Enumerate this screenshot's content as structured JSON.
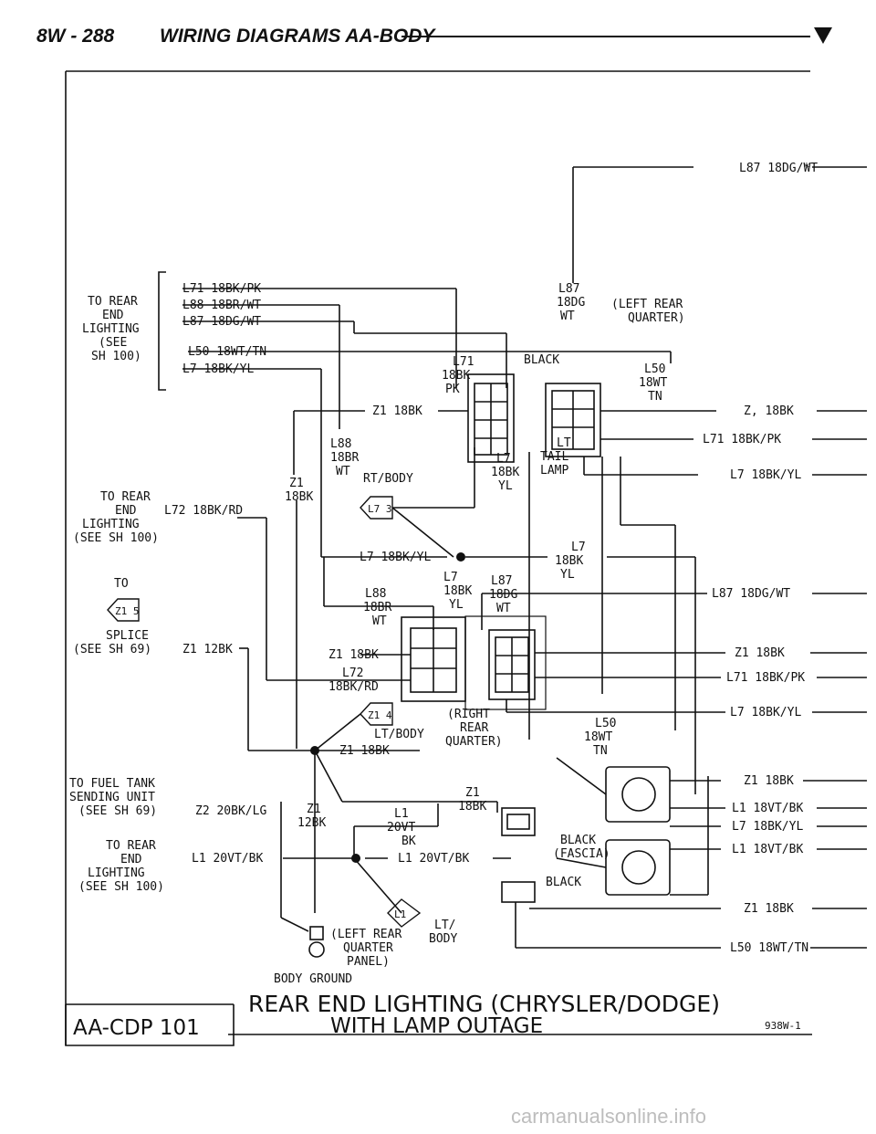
{
  "header": {
    "page_number": "8W - 288",
    "title": "WIRING DIAGRAMS AA-BODY"
  },
  "caption": {
    "line1": "REAR END LIGHTING (CHRYSLER/DODGE)",
    "line2": "WITH LAMP OUTAGE",
    "diagram_code": "AA-CDP 101",
    "figure_id": "938W-1"
  },
  "watermark": "carmanualsonline.info",
  "labels": {
    "to_rear_end_lighting_top": [
      "TO REAR",
      "END",
      "LIGHTING",
      "(SEE",
      "SH 100)"
    ],
    "wire_l71": "L71 18BK/PK",
    "wire_l88": "L88 18BR/WT",
    "wire_l87": "L87 18DG/WT",
    "wire_l50": "L50 18WT/TN",
    "wire_l7": "L7 18BK/YL",
    "left_rear_quarter": [
      "(LEFT REAR",
      "QUARTER)"
    ],
    "l87_top": [
      "L87",
      "18DG",
      "WT"
    ],
    "l71_mid": [
      "L71",
      "18BK",
      "PK"
    ],
    "black": "BLACK",
    "l50_mid": [
      "L50",
      "18WT",
      "TN"
    ],
    "z1_18bk": "Z1 18BK",
    "z1_18bk_right": "Z, 18BK",
    "l71_right": "L71 18BK/PK",
    "l7_right": "L7 18BK/YL",
    "l87_right_top": "L87 18DG/WT",
    "lt_tail_lamp": [
      "LT",
      "TAIL",
      "LAMP"
    ],
    "l88_mid": [
      "L88",
      "18BR",
      "WT"
    ],
    "z1_vert": [
      "Z1",
      "18BK"
    ],
    "rt_body": "RT/BODY",
    "l7_mid": [
      "L7",
      "18BK",
      "YL"
    ],
    "conn_l7_3": "L7 3",
    "to_rear_end_lighting_l72": [
      "TO REAR",
      "END",
      "LIGHTING",
      "(SEE SH 100)"
    ],
    "wire_l72": "L72 18BK/RD",
    "l7_splice": "L7 18BK/YL",
    "l7_right_stack": [
      "L7",
      "18BK",
      "YL"
    ],
    "l7_l87_center": [
      "L7",
      "18BK",
      "YL"
    ],
    "l87_center": [
      "L87",
      "18DG",
      "WT"
    ],
    "l87_right_mid": "L87 18DG/WT",
    "to_z1_5": "TO",
    "conn_z1_5": "Z1 5",
    "splice": [
      "SPLICE",
      "(SEE SH 69)"
    ],
    "wire_z1_12bk": "Z1 12BK",
    "l88_lower": [
      "L88",
      "18BR",
      "WT"
    ],
    "z1_18bk_lower": "Z1 18BK",
    "l72_lower": [
      "L72",
      "18BK/RD"
    ],
    "z1_right_lower": "Z1 18BK",
    "l71_right_lower": "L71 18BK/PK",
    "l7_right_lower": "L7 18BK/YL",
    "right_rear_quarter": [
      "(RIGHT",
      "REAR",
      "QUARTER)"
    ],
    "conn_z1_4": "Z1 4",
    "lt_body": "LT/BODY",
    "z1_18bk_splice": "Z1 18BK",
    "l50_lower": [
      "L50",
      "18WT",
      "TN"
    ],
    "to_fuel_tank": [
      "TO FUEL TANK",
      "SENDING UNIT",
      "(SEE SH 69)"
    ],
    "wire_z2": "Z2 20BK/LG",
    "z1_12bk_vert": [
      "Z1",
      "12BK"
    ],
    "l1_20vt": [
      "L1",
      "20VT",
      "BK"
    ],
    "z1_18bk_mid": [
      "Z1",
      "18BK"
    ],
    "z1_right_bottom": "Z1 18BK",
    "l1_right_1": "L1 18VT/BK",
    "l7_right_bottom": "L7 18BK/YL",
    "l1_right_2": "L1 18VT/BK",
    "to_rear_end_lighting_l1": [
      "TO REAR",
      "END",
      "LIGHTING",
      "(SEE SH 100)"
    ],
    "wire_l1": "L1 20VT/BK",
    "l1_splice": "L1 20VT/BK",
    "black_fascia": [
      "BLACK",
      "(FASCIA)"
    ],
    "black_lower": "BLACK",
    "conn_l1": "L1",
    "lt_body_lower": [
      "LT/",
      "BODY"
    ],
    "left_rear_quarter_panel": [
      "(LEFT REAR",
      "QUARTER",
      "PANEL)"
    ],
    "body_ground": "BODY GROUND",
    "z1_right_final": "Z1 18BK",
    "l50_right_final": "L50 18WT/TN",
    "star": "*"
  }
}
